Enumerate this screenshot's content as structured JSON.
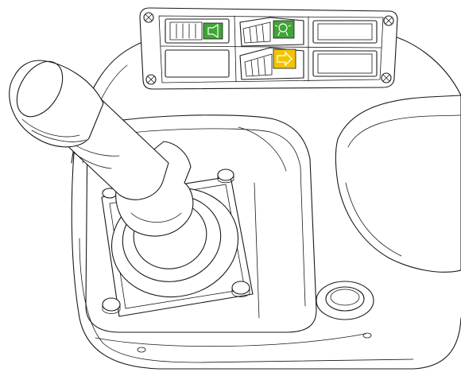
{
  "figure": {
    "subject": "joystick-control-console-line-drawing",
    "colors": {
      "line": "#1a1a1a",
      "background": "#ffffff",
      "green_indicator": "#3fa535",
      "yellow_indicator": "#f2c400"
    },
    "switch_panel": {
      "rows": 2,
      "columns": 3,
      "switches": [
        {
          "position": "row1-col1",
          "type": "rocker",
          "indicator_color": "green",
          "icon": "horn-icon"
        },
        {
          "position": "row1-col2",
          "type": "rocker",
          "indicator_color": "green",
          "icon": "light-icon"
        },
        {
          "position": "row1-col3",
          "type": "blank"
        },
        {
          "position": "row2-col1",
          "type": "blank"
        },
        {
          "position": "row2-col2",
          "type": "rocker",
          "indicator_color": "yellow",
          "icon": "arrow-right-icon"
        },
        {
          "position": "row2-col3",
          "type": "blank"
        }
      ]
    }
  }
}
